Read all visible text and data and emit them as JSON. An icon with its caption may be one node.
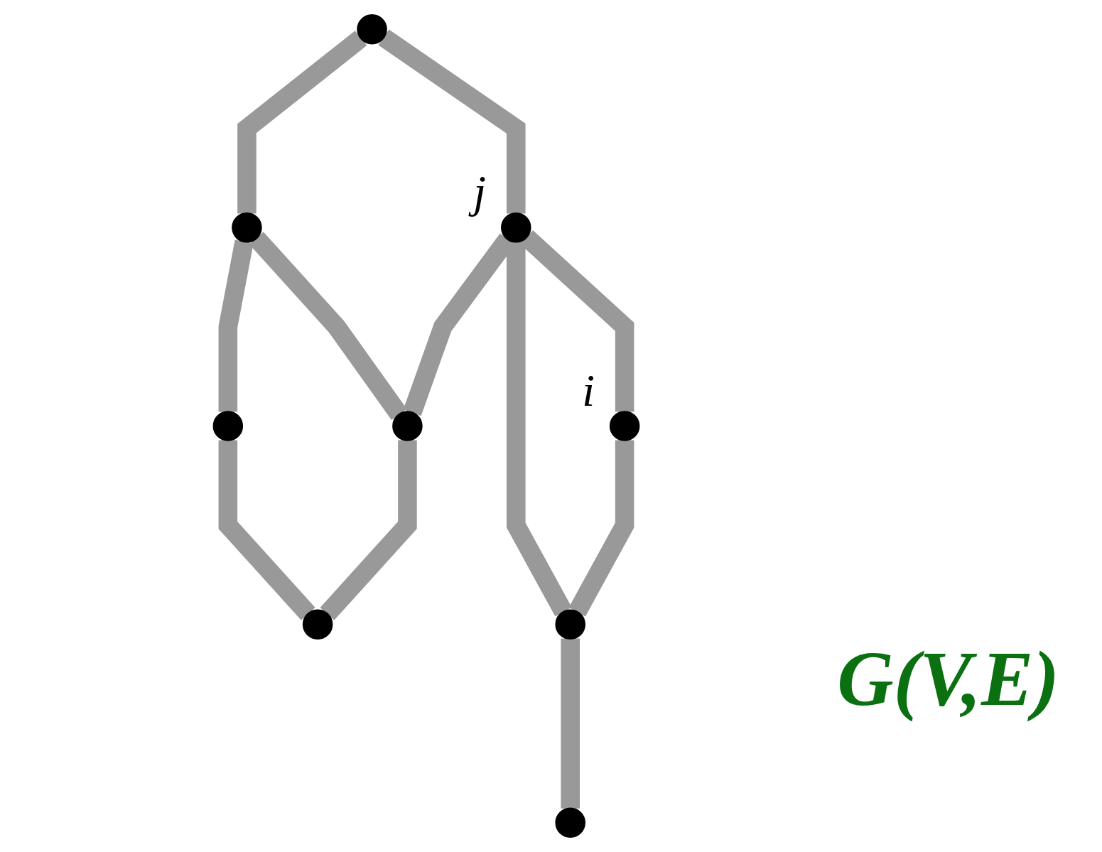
{
  "diagram": {
    "nodes": [
      {
        "text": [],
        "shape": "circle"
      },
      {
        "text": [],
        "shape": "circle"
      },
      {
        "text": [],
        "shape": "circle"
      },
      {
        "text": [],
        "shape": "circle"
      },
      {
        "text": [],
        "shape": "circle",
        "beside": [
          "j"
        ]
      },
      {
        "text": [],
        "shape": "circle"
      },
      {
        "text": [],
        "shape": "circle",
        "beside": [
          "i"
        ]
      },
      {
        "text": [],
        "shape": "circle"
      },
      {
        "text": [],
        "shape": "circle"
      }
    ],
    "edges": [
      {
        "from": 1,
        "to": 0,
        "arrow": "none"
      },
      {
        "from": 0,
        "to": 2,
        "arrow": "none"
      },
      {
        "from": 0,
        "to": 3,
        "arrow": "none"
      },
      {
        "from": 1,
        "to": 4,
        "arrow": "none"
      },
      {
        "from": 2,
        "to": 5,
        "arrow": "none"
      },
      {
        "from": 4,
        "to": 3,
        "arrow": "none"
      },
      {
        "from": 3,
        "to": 5,
        "arrow": "none"
      },
      {
        "from": 4,
        "to": 6,
        "arrow": "none"
      },
      {
        "from": 4,
        "to": 7,
        "arrow": "none"
      },
      {
        "from": 6,
        "to": 7,
        "arrow": "none"
      },
      {
        "from": 7,
        "to": 8,
        "arrow": "none"
      }
    ],
    "labels": [
      "G(V,E)"
    ]
  }
}
